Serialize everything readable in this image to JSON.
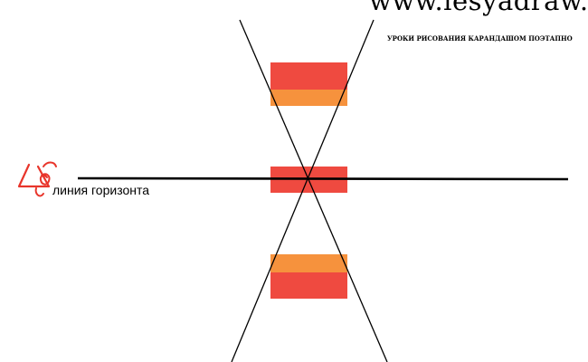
{
  "watermark": {
    "url": "www.lesyadraw.ru",
    "subtitle": "УРОКИ РИСОВАНИЯ КАРАНДАШОМ ПОЭТАПНО"
  },
  "horizon_label": "линия горизонта",
  "icons": {
    "eye": "eye-pyramid-icon"
  },
  "colors": {
    "background": "#ffffff",
    "line": "#000000",
    "box_red": "#ef4a40",
    "box_orange": "#f6923d",
    "eye_red": "#e8352b",
    "text": "#000000"
  }
}
